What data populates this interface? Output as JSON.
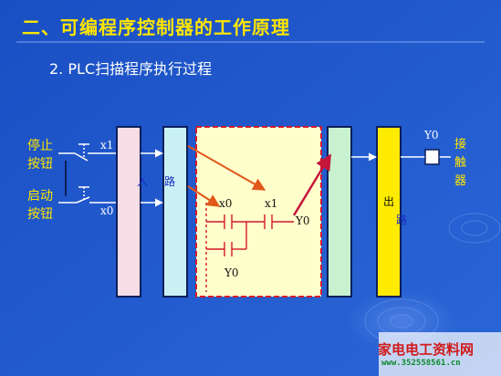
{
  "slide": {
    "title": "二、可编程序控制器的工作原理",
    "subtitle": "2. PLC扫描程序执行过程"
  },
  "inputs": {
    "stop_button_line1": "停止",
    "stop_button_line2": "按钮",
    "start_button_line1": "启动",
    "start_button_line2": "按钮",
    "x1_label": "x1",
    "x0_label": "x0"
  },
  "stages": {
    "input_stage_char1": "入",
    "input_stage_char2": "路",
    "output_stage_char1": "出",
    "output_stage_char2": "路"
  },
  "ladder": {
    "contact_x0": "x0",
    "contact_x1": "x1",
    "coil_y0": "Y0",
    "hold_y0": "Y0"
  },
  "output": {
    "y0_label": "Y0",
    "contactor_char1": "接",
    "contactor_char2": "触",
    "contactor_char3": "器"
  },
  "watermark": {
    "title": "家电电工资料网",
    "url": "www.352558561.cn"
  }
}
